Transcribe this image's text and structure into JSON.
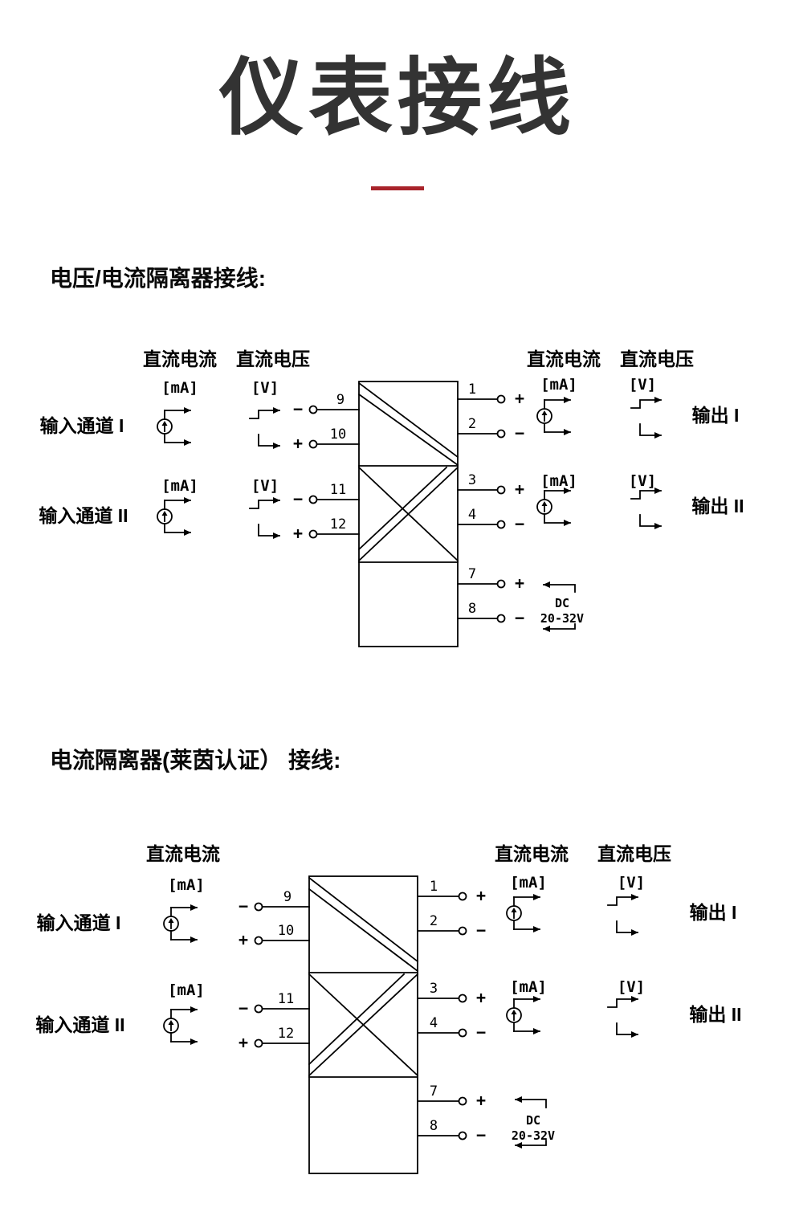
{
  "title": "仪表接线",
  "section1": {
    "heading": "电压/电流隔离器接线:",
    "in_header_current": "直流电流",
    "in_header_voltage": "直流电压",
    "out_header_current": "直流电流",
    "out_header_voltage": "直流电压",
    "unit_ma": "[mA]",
    "unit_v": "[V]",
    "input_ch1": "输入通道 I",
    "input_ch2": "输入通道 II",
    "output_ch1": "输出 I",
    "output_ch2": "输出 II",
    "terminals": {
      "t1": "1",
      "t2": "2",
      "t3": "3",
      "t4": "4",
      "t7": "7",
      "t8": "8",
      "t9": "9",
      "t10": "10",
      "t11": "11",
      "t12": "12"
    },
    "plus": "+",
    "minus": "−",
    "power_dc": "DC",
    "power_range": "20-32V"
  },
  "section2": {
    "heading": "电流隔离器(莱茵认证） 接线:",
    "in_header_current": "直流电流",
    "out_header_current": "直流电流",
    "out_header_voltage": "直流电压",
    "unit_ma": "[mA]",
    "unit_v": "[V]",
    "input_ch1": "输入通道 I",
    "input_ch2": "输入通道 II",
    "output_ch1": "输出 I",
    "output_ch2": "输出 II",
    "terminals": {
      "t1": "1",
      "t2": "2",
      "t3": "3",
      "t4": "4",
      "t7": "7",
      "t8": "8",
      "t9": "9",
      "t10": "10",
      "t11": "11",
      "t12": "12"
    },
    "plus": "+",
    "minus": "−",
    "power_dc": "DC",
    "power_range": "20-32V"
  }
}
